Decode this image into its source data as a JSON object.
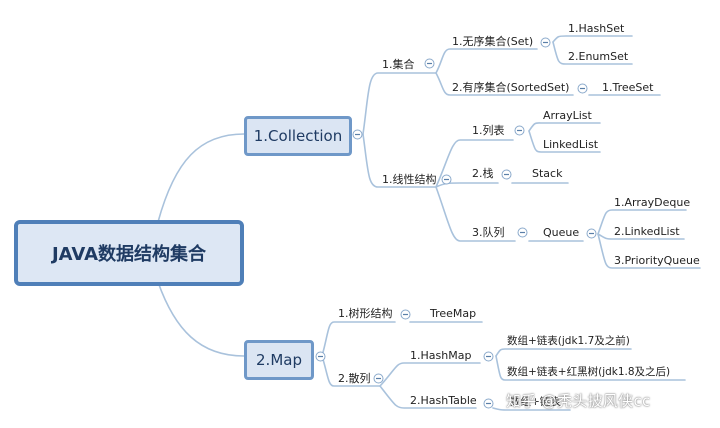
{
  "root": {
    "label": "JAVA数据结构集合"
  },
  "collection": {
    "label": "1.Collection",
    "set": {
      "label": "1.集合",
      "unordered": {
        "label": "1.无序集合(Set)",
        "children": [
          "1.HashSet",
          "2.EnumSet"
        ]
      },
      "ordered": {
        "label": "2.有序集合(SortedSet)",
        "children": [
          "1.TreeSet"
        ]
      }
    },
    "linear": {
      "label": "1.线性结构",
      "list": {
        "label": "1.列表",
        "children": [
          "ArrayList",
          "LinkedList"
        ]
      },
      "stack": {
        "label": "2.栈",
        "children": [
          "Stack"
        ]
      },
      "queue": {
        "label": "3.队列",
        "child": "Queue",
        "children": [
          "1.ArrayDeque",
          "2.LinkedList",
          "3.PriorityQueue"
        ]
      }
    }
  },
  "map": {
    "label": "2.Map",
    "tree": {
      "label": "1.树形结构",
      "children": [
        "TreeMap"
      ]
    },
    "hash": {
      "label": "2.散列",
      "hashmap": {
        "label": "1.HashMap",
        "children": [
          "数组+链表(jdk1.7及之前)",
          "数组+链表+红黑树(jdk1.8及之后)"
        ]
      },
      "hashtable": {
        "label": "2.HashTable",
        "children": [
          "数组+链表"
        ]
      }
    }
  },
  "watermark": {
    "text": "知乎 @秃头披风侠cc"
  },
  "colors": {
    "line": "#a9c2dc",
    "node_border": "#6f98c8",
    "node_fill": "#dbe5f3",
    "root_border": "#4f7fb8"
  },
  "icons": {
    "collapse": "collapse-icon"
  }
}
